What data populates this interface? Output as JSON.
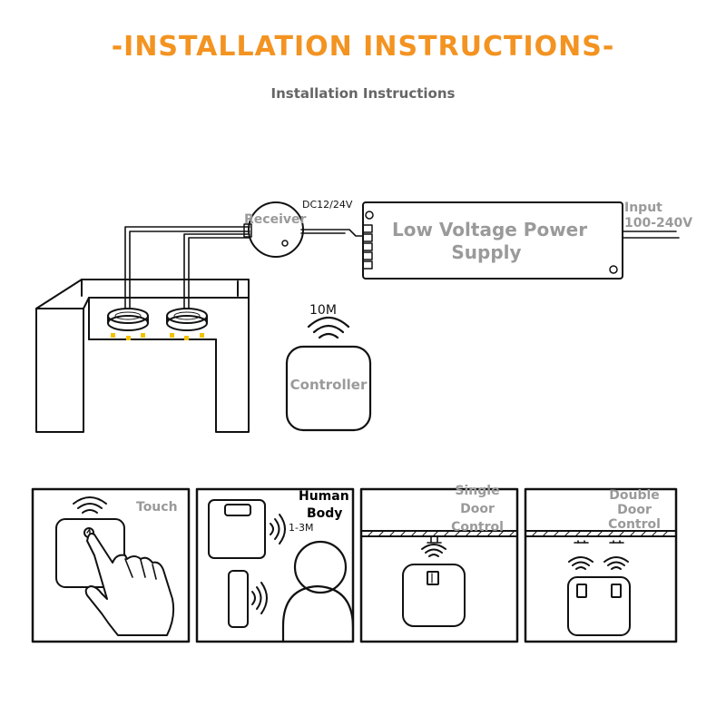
{
  "header": {
    "title": "-INSTALLATION INSTRUCTIONS-",
    "subtitle": "Installation Instructions"
  },
  "wiring": {
    "receiver_label": "Receiver",
    "voltage_label": "DC12/24V",
    "power_supply_label_line1": "Low Voltage Power",
    "power_supply_label_line2": "Supply",
    "input_label_line1": "Input",
    "input_label_line2": "100-240V",
    "range_label": "10M",
    "controller_label": "Controller"
  },
  "modes": [
    {
      "label": "Touch"
    },
    {
      "label_line1": "Human",
      "label_line2": "Body",
      "distance": "1-3M"
    },
    {
      "label_line1": "Single",
      "label_line2": "Door",
      "label_line3": "Control"
    },
    {
      "label_line1": "Double",
      "label_line2": "Door",
      "label_line3": "Control"
    }
  ],
  "colors": {
    "title": "#f39321",
    "subtitle": "#666666",
    "line": "#111111",
    "overlay_text": "#9a9a9a",
    "led_dot": "#f2c200"
  },
  "icons": [
    "receiver-icon",
    "power-supply-icon",
    "controller-icon",
    "wifi-icon",
    "hand-icon",
    "sensor-icon",
    "person-icon",
    "cabinet-icon",
    "puck-light-icon",
    "door-icon"
  ]
}
